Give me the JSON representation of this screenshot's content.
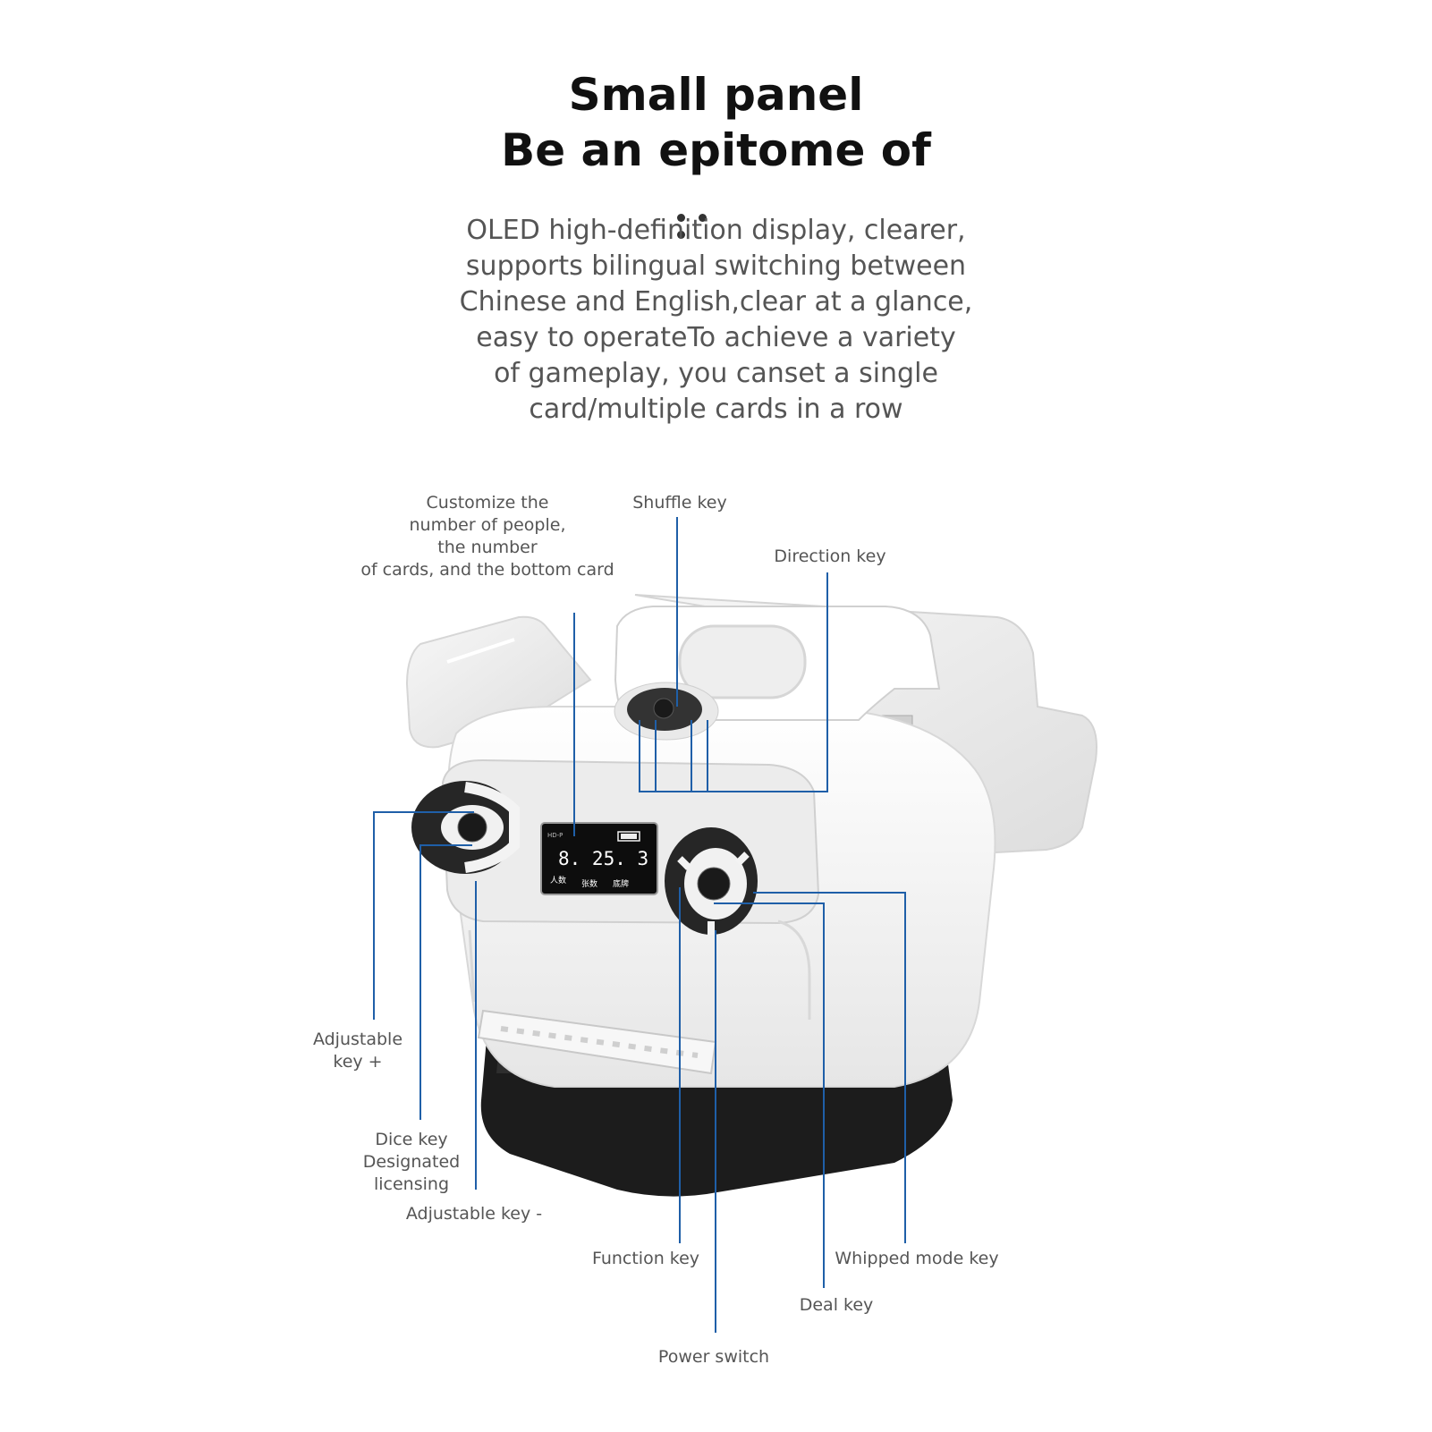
{
  "header": {
    "title_line1": "Small panel",
    "title_line2": "Be an epitome of"
  },
  "description": {
    "lines": [
      "OLED high-definition display, clearer,",
      "supports bilingual switching between",
      "Chinese and English,clear at a glance,",
      "easy to operateTo achieve a variety",
      "of gameplay, you canset a single",
      "card/multiple cards in a row"
    ]
  },
  "display": {
    "brand": "HD-P",
    "reading": "8. 25. 3",
    "labels": [
      "人数",
      "张数",
      "底牌"
    ]
  },
  "callouts": {
    "customize": [
      "Customize the",
      "number of people,",
      "the number",
      "of cards, and the bottom card"
    ],
    "shuffle": "Shuffle key",
    "direction": "Direction key",
    "adjustable_plus": [
      "Adjustable",
      "key +"
    ],
    "dice": [
      "Dice key",
      "Designated",
      "licensing"
    ],
    "adjustable_minus": "Adjustable key -",
    "function": "Function key",
    "whipped": "Whipped mode key",
    "deal": "Deal key",
    "power": "Power switch"
  },
  "colors": {
    "callout_line": "#1f5fa8",
    "device_body": "#f4f4f4",
    "device_base": "#1c1c1c",
    "screen": "#0d0d0d"
  }
}
